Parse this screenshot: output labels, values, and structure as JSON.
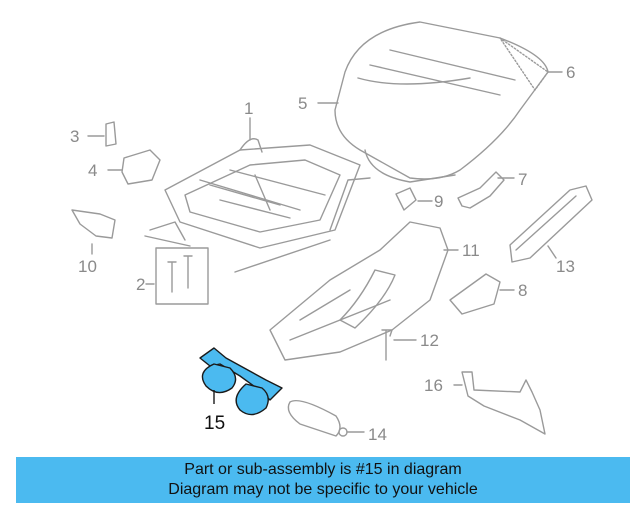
{
  "callouts": {
    "c1": "1",
    "c2": "2",
    "c3": "3",
    "c4": "4",
    "c5": "5",
    "c6": "6",
    "c7": "7",
    "c8": "8",
    "c9": "9",
    "c10": "10",
    "c11": "11",
    "c12": "12",
    "c13": "13",
    "c14": "14",
    "c15": "15",
    "c16": "16"
  },
  "highlight_part": "15",
  "colors": {
    "highlight": "#4bbaf0",
    "line": "#9a9a9a",
    "banner": "#4bbaf0"
  },
  "banner": {
    "line1": "Part or sub-assembly is #15 in diagram",
    "line2": "Diagram may not be specific to your vehicle"
  }
}
